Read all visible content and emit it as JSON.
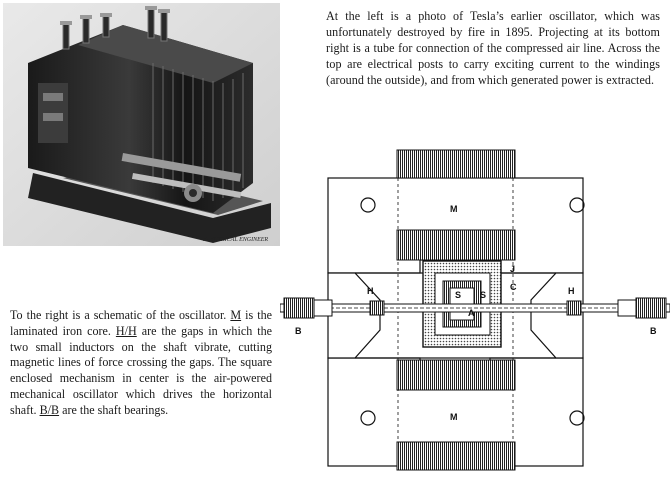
{
  "photo": {
    "credit": "ELECTRICAL ENGINEER"
  },
  "top_caption": "At the left is a photo of Tesla’s earlier oscillator, which was unfortunately destroyed by fire in 1895. Projecting at its bottom right is a tube for connection of the compressed air line. Across the top are electrical posts to carry exciting current to the windings (around the outside), and from which generated power is extracted.",
  "bottom_caption": {
    "p1": "To the right is a schematic of the oscillator. ",
    "m": "M",
    "p2": " is the laminated iron core. ",
    "hh": "H/H",
    "p3": " are the gaps in which the two small inductors on the shaft vibrate, cutting magnetic lines of force crossing the gaps. The square enclosed mechanism in center is the air-powered mechanical oscillator which drives the horizontal shaft. ",
    "bb": "B/B",
    "p4": " are the shaft bearings."
  },
  "schematic": {
    "label_m_top": "M",
    "label_m_bottom": "M",
    "label_h_left": "H",
    "label_h_right": "H",
    "label_b_left": "B",
    "label_b_right": "B",
    "label_j": "J",
    "label_c": "C",
    "label_a": "A",
    "label_s1": "S",
    "label_s2": "S"
  },
  "colors": {
    "ink": "#1a1a1a",
    "photo_dark": "#141414",
    "photo_light": "#d8d8d8"
  }
}
